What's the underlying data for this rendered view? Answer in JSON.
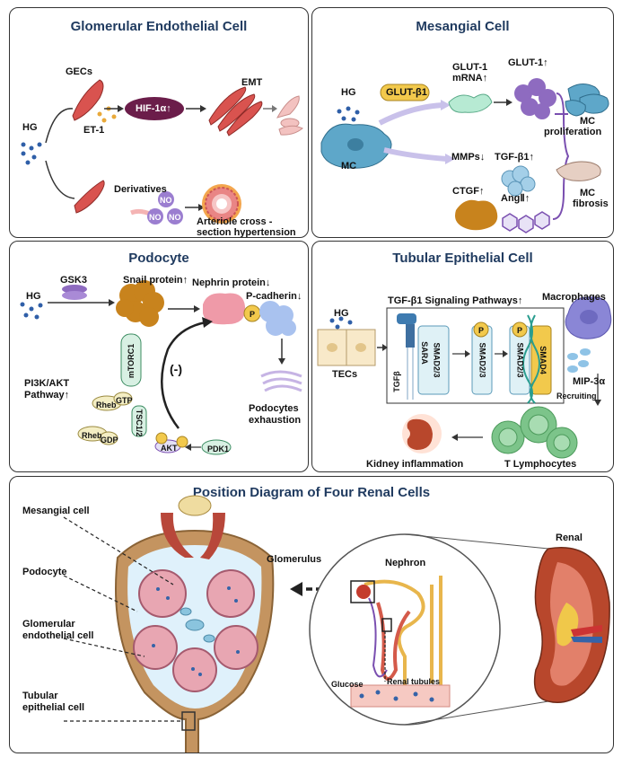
{
  "panels": {
    "gec": {
      "title": "Glomerular Endothelial Cell",
      "hg": "HG",
      "gecs": "GECs",
      "et1": "ET-1",
      "hif": "HIF-1α↑",
      "emt": "EMT",
      "derivatives": "Derivatives",
      "no1": "NO",
      "no2": "NO",
      "no3": "NO",
      "arteriole1": "Arteriole cross -",
      "arteriole2": "section hypertension"
    },
    "mesangial": {
      "title": "Mesangial Cell",
      "hg": "HG",
      "mc": "MC",
      "glutb1": "GLUT-β1",
      "glut1_mrna1": "GLUT-1",
      "glut1_mrna2": "mRNA↑",
      "glut1": "GLUT-1↑",
      "mc_prolif1": "MC",
      "mc_prolif2": "proliferation",
      "mmps": "MMPs↓",
      "tgfb1": "TGF-β1↑",
      "ctgf": "CTGF↑",
      "angii": "AngⅡ↑",
      "mc_fib1": "MC",
      "mc_fib2": "fibrosis"
    },
    "podocyte": {
      "title": "Podocyte",
      "hg": "HG",
      "gsk3": "GSK3",
      "snail": "Snail protein↑",
      "nephrin": "Nephrin protein↓",
      "pcadherin": "P-cadherin↓",
      "p": "P",
      "mtorc1": "mTORC1",
      "rheb_gtp": "Rheb",
      "gtp": "GTP",
      "rheb_gdp": "Rheb",
      "gdp": "GDP",
      "tsc": "TSC1/2",
      "akt": "AKT",
      "pdk1": "PDK1",
      "inhibit": "(-)",
      "pi3k1": "PI3K/AKT",
      "pi3k2": "Pathway↑",
      "exhaust1": "Podocytes",
      "exhaust2": "exhaustion"
    },
    "tubular": {
      "title": "Tubular Epithelial Cell",
      "hg": "HG",
      "tecs": "TECs",
      "tgf_path": "TGF-β1 Signaling Pathways↑",
      "tgfb": "TGFβ",
      "sara": "SARA",
      "smad23a": "SMAD2/3",
      "smad23b": "SMAD2/3",
      "smad23c": "SMAD2/3",
      "smad4": "SMAD4",
      "p1": "P",
      "p2": "P",
      "macrophages": "Macrophages",
      "mip": "MIP-3α",
      "recruiting": "Recruiting",
      "tlymph": "T Lymphocytes",
      "kidney_inf": "Kidney inflammation"
    },
    "position": {
      "title": "Position Diagram of Four Renal Cells",
      "mesangial": "Mesangial cell",
      "podocyte": "Podocyte",
      "gec1": "Glomerular",
      "gec2": "endothelial cell",
      "tub1": "Tubular",
      "tub2": "epithelial cell",
      "glomerulus": "Glomerulus",
      "nephron": "Nephron",
      "glucose": "Glucose",
      "renal_tubules": "Renal tubules",
      "renal": "Renal"
    }
  },
  "colors": {
    "title": "#1f3a5f",
    "endothelial": "#d9534f",
    "hif": "#6b1d4a",
    "no": "#9b7ed0",
    "mesangial": "#5ea7c9",
    "glut": "#8e6bc0",
    "snail": "#c8831d",
    "nephrin": "#ef9aa8",
    "pbadge": "#f2c94c",
    "macrophage": "#8a86d6",
    "tlymph": "#7cc48a",
    "kidney": "#b8472c"
  }
}
